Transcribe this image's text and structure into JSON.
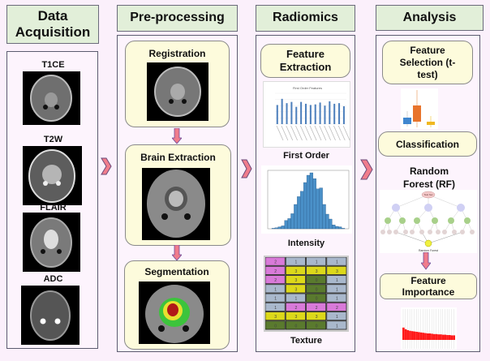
{
  "stages": {
    "acquisition": {
      "title": "Data Acquisition",
      "modalities": [
        "T1CE",
        "T2W",
        "FLAIR",
        "ADC"
      ]
    },
    "preprocessing": {
      "title": "Pre-processing",
      "steps": [
        "Registration",
        "Brain Extraction",
        "Segmentation"
      ]
    },
    "radiomics": {
      "title": "Radiomics",
      "feature_extraction_label": "Feature Extraction",
      "first_order_label": "First Order",
      "first_order_chart_title": "First Order Features",
      "intensity_label": "Intensity",
      "texture_label": "Texture",
      "texture_matrix": [
        [
          2,
          1,
          1,
          1
        ],
        [
          2,
          3,
          3,
          3
        ],
        [
          2,
          3,
          0,
          1
        ],
        [
          1,
          3,
          0,
          1
        ],
        [
          1,
          1,
          0,
          1
        ],
        [
          1,
          2,
          2,
          2
        ],
        [
          3,
          3,
          3,
          1
        ],
        [
          0,
          0,
          0,
          1
        ]
      ]
    },
    "analysis": {
      "title": "Analysis",
      "feature_selection_label": "Feature Selection (t-test)",
      "classification_label": "Classification",
      "classifier_label": "Random Forest (RF)",
      "tree_root_label": "Test Set",
      "tree_output_label": "Random Forest",
      "feature_importance_label": "Feature Importance"
    }
  },
  "colors": {
    "header_bg": "#e2efd9",
    "panel_bg": "#fdf4fd",
    "yellow_box": "#fdfbdc",
    "arrow": "#f07c8c",
    "bar_blue": "#4f81bd",
    "hist_blue": "#4a90c8",
    "texture_colors": {
      "0": "#5a7a2e",
      "1": "#a9b8cc",
      "2": "#d97ad9",
      "3": "#dcd81a"
    }
  },
  "first_order_values": [
    0.62,
    0.82,
    0.68,
    0.72,
    0.56,
    0.72,
    0.66,
    0.62,
    0.64,
    0.7,
    0.6,
    0.74,
    0.66,
    0.68,
    0.58
  ],
  "histogram_values": [
    1,
    2,
    4,
    6,
    17,
    21,
    31,
    50,
    66,
    77,
    95,
    110,
    115,
    103,
    82,
    84,
    50,
    30,
    20,
    8,
    5,
    4,
    1
  ],
  "importance_values": [
    0.38,
    0.33,
    0.3,
    0.28,
    0.27,
    0.26,
    0.25,
    0.24,
    0.23,
    0.22,
    0.21,
    0.2,
    0.2,
    0.19,
    0.18,
    0.18,
    0.17,
    0.17,
    0.16,
    0.16,
    0.15,
    0.15,
    0.14,
    0.14
  ]
}
